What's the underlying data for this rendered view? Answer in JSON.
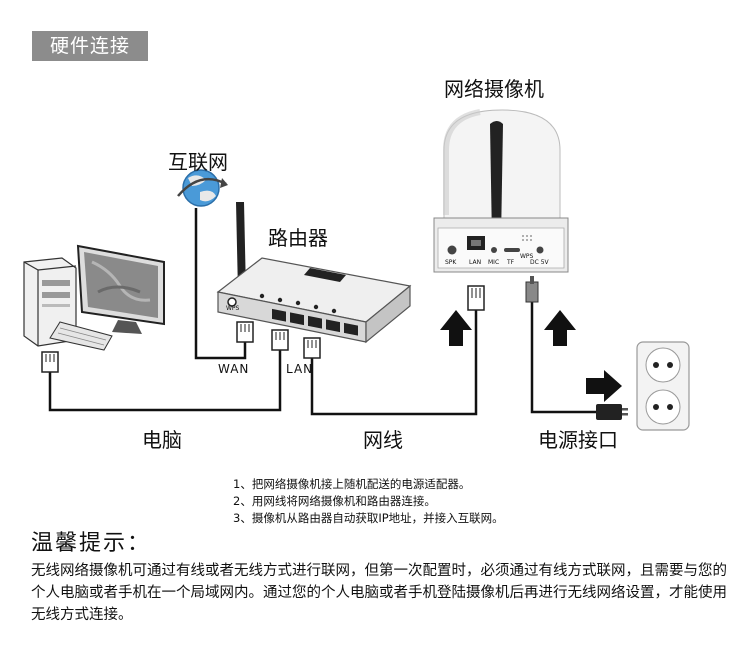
{
  "header": {
    "title": "硬件连接"
  },
  "labels": {
    "camera": "网络摄像机",
    "internet": "互联网",
    "router": "路由器",
    "computer": "电脑",
    "cable": "网线",
    "power": "电源接口",
    "wan": "WAN",
    "lan": "LAN"
  },
  "camera_ports": {
    "spk": "SPK",
    "lan": "LAN",
    "mic": "MIC",
    "tf": "TF",
    "wps": "WPS",
    "dc": "DC 5V"
  },
  "router_ports": {
    "wps": "WPS"
  },
  "steps": [
    "1、把网络摄像机接上随机配送的电源适配器。",
    "2、用网线将网络摄像机和路由器连接。",
    "3、摄像机从路由器自动获取IP地址，并接入互联网。"
  ],
  "tips": {
    "title": "温馨提示：",
    "body": "无线网络摄像机可通过有线或者无线方式进行联网，但第一次配置时，必须通过有线方式联网，且需要与您的个人电脑或者手机在一个局域网内。通过您的个人电脑或者手机登陆摄像机后再进行无线网络设置，才能使用无线方式连接。"
  },
  "colors": {
    "tag_bg": "#8c8c8c",
    "line": "#111111",
    "arrow": "#111111"
  }
}
